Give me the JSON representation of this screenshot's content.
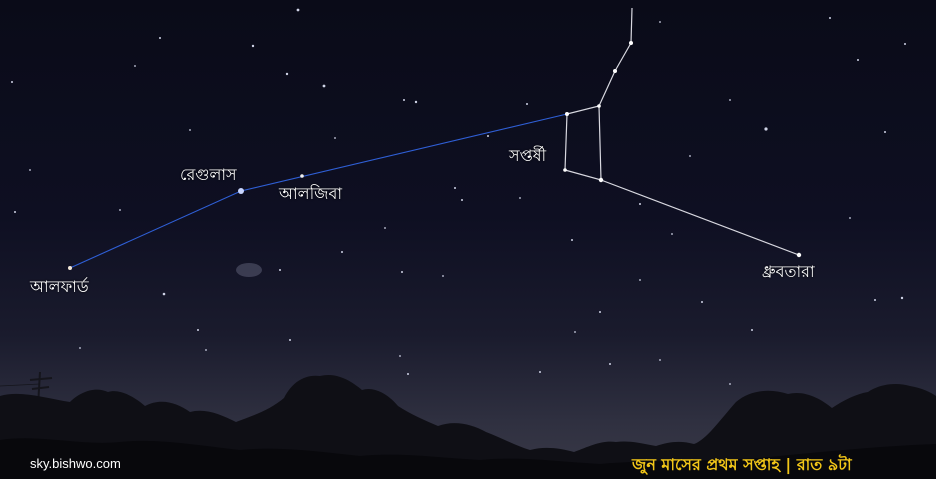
{
  "labels": {
    "regulus": "রেগুলাস",
    "algieba": "আলজিবা",
    "alphard": "আলফার্ড",
    "saptarshi": "সপ্তর্ষী",
    "dhruvatara": "ধ্রুবতারা"
  },
  "watermark": "sky.bishwo.com",
  "caption": "জুন মাসের প্রথম সপ্তাহ | রাত ৯টা",
  "colors": {
    "caption": "#f2c618",
    "pointer_line": "#2f5fd6",
    "asterism_line": "#d8d8e0",
    "sky_top": "#0a0b18",
    "horizon": "#3a3a48"
  }
}
